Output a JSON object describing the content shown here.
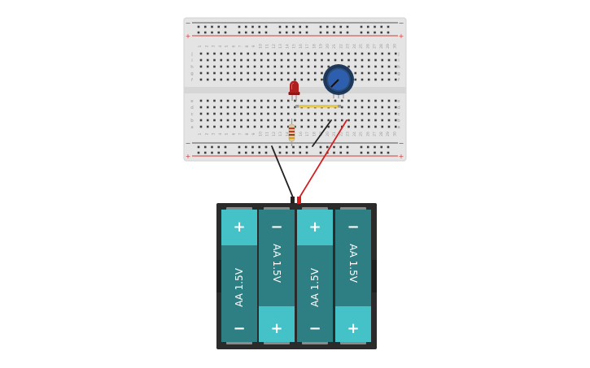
{
  "breadboard": {
    "row_labels_top": [
      "j",
      "i",
      "h",
      "g",
      "f"
    ],
    "row_labels_bottom": [
      "e",
      "d",
      "c",
      "b",
      "a"
    ],
    "column_numbers": [
      "1",
      "2",
      "3",
      "4",
      "5",
      "6",
      "7",
      "8",
      "9",
      "10",
      "11",
      "12",
      "13",
      "14",
      "15",
      "16",
      "17",
      "18",
      "19",
      "20",
      "21",
      "22",
      "23",
      "24",
      "25",
      "26",
      "27",
      "28",
      "29",
      "30"
    ],
    "rail_minus": "−",
    "rail_plus": "+",
    "colors": {
      "board": "#e4e4e4",
      "rail_red": "#d23b3b",
      "rail_dark": "#555555",
      "hole": "#3d3d3d",
      "label": "#9a9a9a"
    }
  },
  "components": {
    "led_color": "#b01e1e",
    "potentiometer_color": "#2e5fae",
    "jumper_color": "#e8c84a",
    "resistor_bands": [
      "#c0392b",
      "#c0392b",
      "#8b4513",
      "#d4a017"
    ]
  },
  "wires": {
    "black": "#222222",
    "red": "#d21f1f"
  },
  "battery_pack": {
    "cells": [
      {
        "label": "AA 1.5V",
        "top_symbol": "+",
        "bottom_symbol": "−",
        "rotation": "-90"
      },
      {
        "label": "AA 1.5V",
        "top_symbol": "−",
        "bottom_symbol": "+",
        "rotation": "90"
      },
      {
        "label": "AA 1.5V",
        "top_symbol": "+",
        "bottom_symbol": "−",
        "rotation": "-90"
      },
      {
        "label": "AA 1.5V",
        "top_symbol": "−",
        "bottom_symbol": "+",
        "rotation": "90"
      }
    ],
    "colors": {
      "case": "#2b2b2b",
      "cell": "#2e7f84",
      "terminal": "#45c2c7"
    }
  }
}
